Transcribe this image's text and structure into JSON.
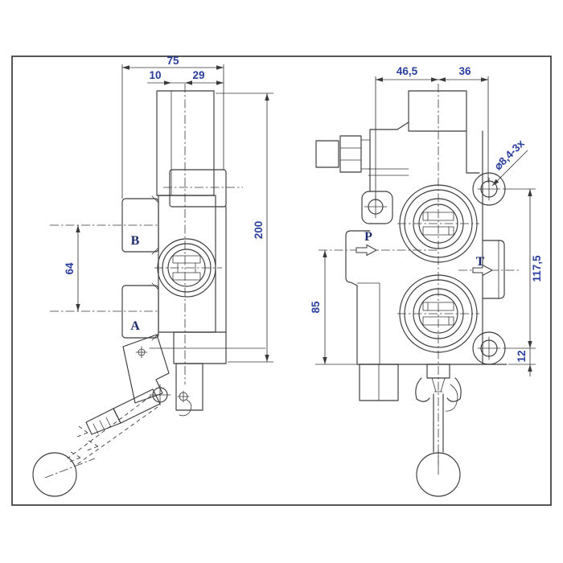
{
  "colors": {
    "line": "#3a3a3a",
    "dim_text": "#2a3f9d",
    "port_text": "#1c2b6e",
    "background": "#ffffff"
  },
  "left_view": {
    "dim_total_width": "75",
    "dim_rod_offset": "10",
    "dim_right_offset": "29",
    "dim_port_spacing": "64",
    "dim_total_height": "200",
    "port_top": "B",
    "port_bottom": "A"
  },
  "right_view": {
    "dim_left_hole_offset": "46,5",
    "dim_right_hole_offset": "36",
    "dim_mount_holes": "⌀8,4-3x",
    "dim_hole_spacing": "117,5",
    "dim_bottom_offset": "12",
    "dim_port_height": "85",
    "port_pressure": "P",
    "port_tank": "T"
  }
}
